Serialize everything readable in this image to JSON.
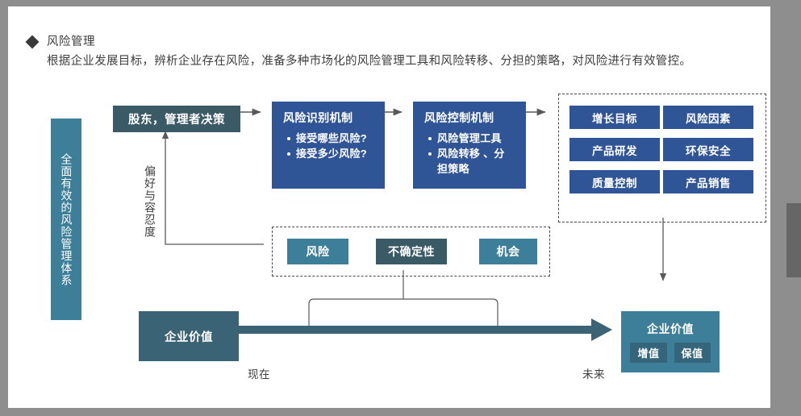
{
  "header": {
    "bullet": "diamond-bullet-icon",
    "title": "风险管理",
    "subtitle": "根据企业发展目标，辨析企业存在风险，准备多种市场化的风险管理工具和风险转移、分担的策略，对风险进行有效管控。"
  },
  "left_banner": {
    "label": "全面有效的风险管理体系"
  },
  "flow": {
    "decision_box": "股东，管理者决策",
    "preference_label": "偏好与容忍度",
    "identify": {
      "title": "风险识别机制",
      "bullets": [
        "接受哪些风险?",
        "接受多少风险?"
      ]
    },
    "control": {
      "title": "风险控制机制",
      "bullets": [
        "风险管理工具",
        "风险转移 、分担策略"
      ]
    }
  },
  "right_panel": {
    "tags": [
      "增长目标",
      "风险因素",
      "产品研发",
      "环保安全",
      "质量控制",
      "产品销售"
    ]
  },
  "mid_panel": {
    "tags": [
      "风险",
      "不确定性",
      "机会"
    ]
  },
  "timeline": {
    "present_box": "企业价值",
    "present_label": "现在",
    "future_label": "未来",
    "future_box": {
      "title": "企业价值",
      "tags": [
        "增值",
        "保值"
      ]
    }
  },
  "colors": {
    "blue": "#2f5597",
    "teal": "#3d7f99",
    "slate_dark": "#3a5a66",
    "value_now": "#3a6475",
    "line": "#595959",
    "border_gray": "#8e8e8e",
    "scrollbar_thumb": "#666666"
  }
}
